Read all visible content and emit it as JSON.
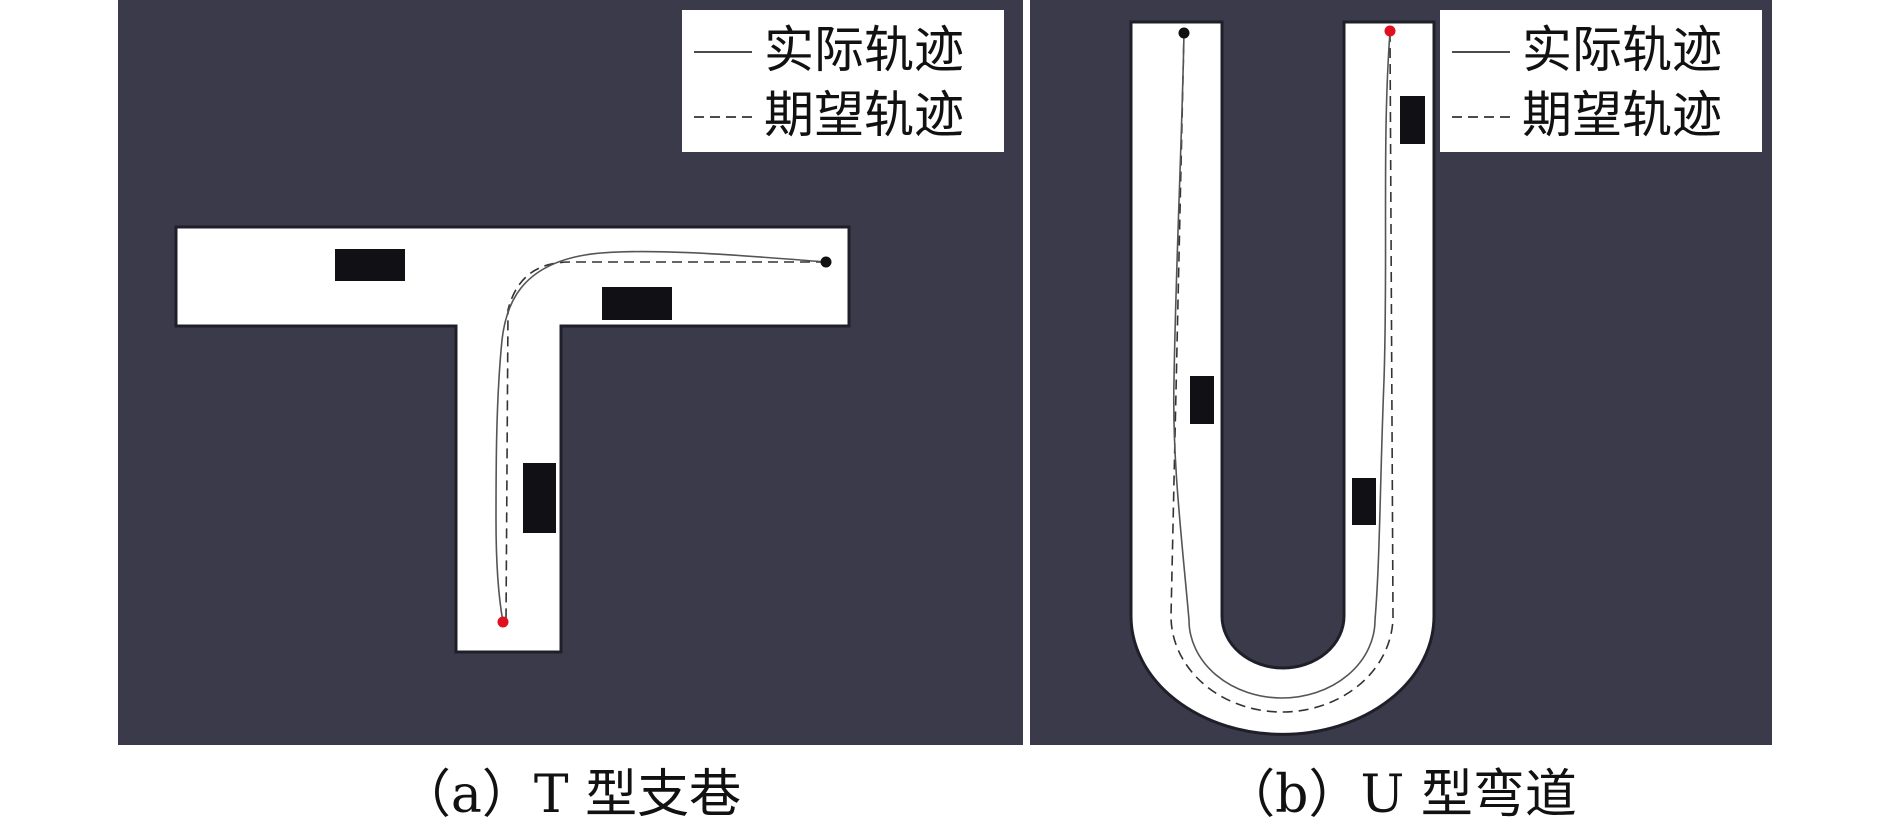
{
  "legend": {
    "actual_label": "实际轨迹",
    "expected_label": "期望轨迹"
  },
  "panels": [
    {
      "id": "a",
      "caption": "（a）T 型支巷"
    },
    {
      "id": "b",
      "caption": "（b）U 型弯道"
    }
  ],
  "colors": {
    "background": "#3a3a4b",
    "road": "#ffffff",
    "obstacle": "#101015",
    "start_marker": "#e01020",
    "end_marker": "#111111"
  }
}
